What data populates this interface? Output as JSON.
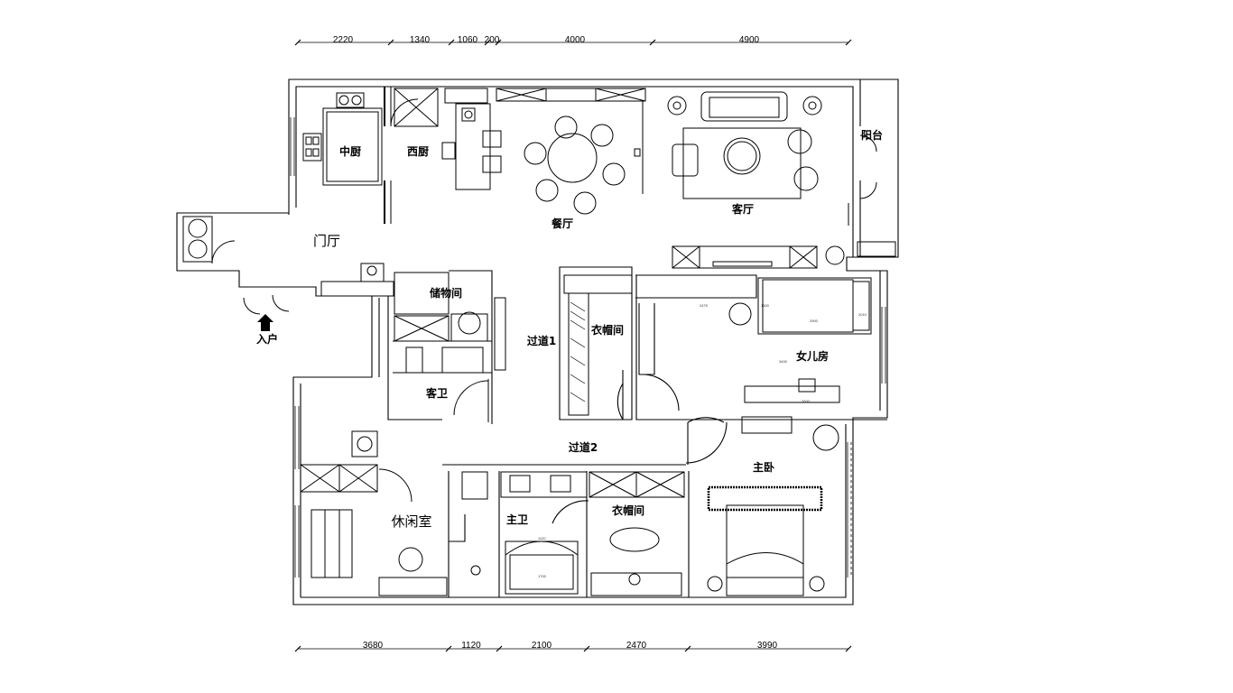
{
  "dimensions": {
    "top": [
      "2220",
      "1340",
      "1060",
      "200",
      "4000",
      "4900"
    ],
    "bottom": [
      "3680",
      "1120",
      "2100",
      "2470",
      "3990"
    ]
  },
  "rooms": {
    "zhongchu": "中厨",
    "xichu": "西厨",
    "canting": "餐厅",
    "keting": "客厅",
    "yangtai": "阳台",
    "menting": "门厅",
    "ruhu": "入户",
    "chuwujian": "储物间",
    "guodao1": "过道1",
    "yimaojian1": "衣帽间",
    "nverfang": "女儿房",
    "kewei": "客卫",
    "guodao2": "过道2",
    "zhuwo": "主卧",
    "xiuxianshi": "休闲室",
    "zhuwei": "主卫",
    "yimaojian2": "衣帽间"
  },
  "annotations": {
    "bed_width": "2900",
    "bed_len": "2010",
    "desk_a": "2475",
    "desk_b": "1300",
    "desk_c": "2600",
    "wall_a": "3400",
    "bath_a": "1120",
    "bath_b": "1700"
  }
}
